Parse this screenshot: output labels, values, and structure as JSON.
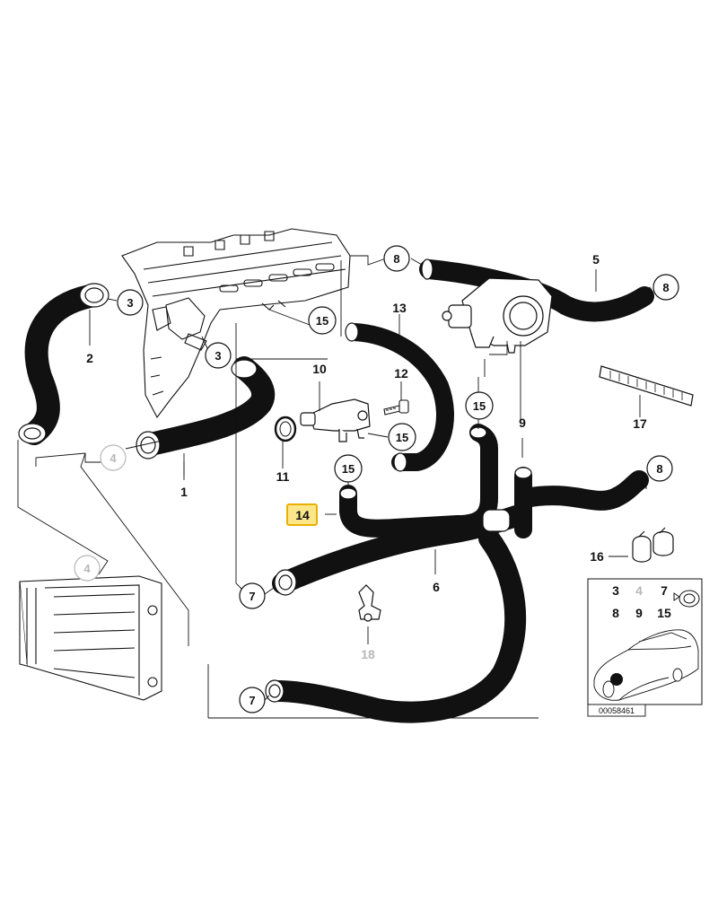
{
  "diagram": {
    "callouts_circled": {
      "c3a": "3",
      "c3b": "3",
      "c8a": "8",
      "c8b": "8",
      "c8c": "8",
      "c15a": "15",
      "c15b": "15",
      "c15c": "15",
      "c15d": "15",
      "c4a": "4",
      "c4b": "4",
      "c7a": "7",
      "c7b": "7"
    },
    "labels_plain": {
      "l1": "1",
      "l2": "2",
      "l5": "5",
      "l6": "6",
      "l9": "9",
      "l10": "10",
      "l11": "11",
      "l12": "12",
      "l13": "13",
      "l16": "16",
      "l17": "17",
      "l18": "18"
    },
    "highlighted_label": "14",
    "inset": {
      "row1": [
        "3",
        "4",
        "7"
      ],
      "row2": [
        "8",
        "9",
        "15"
      ]
    },
    "reference_number": "00058461",
    "colors": {
      "line": "#111111",
      "highlight_border": "#e8b000",
      "highlight_fill": "#fbe68a",
      "greyed_label": "#b8b8b8"
    }
  }
}
